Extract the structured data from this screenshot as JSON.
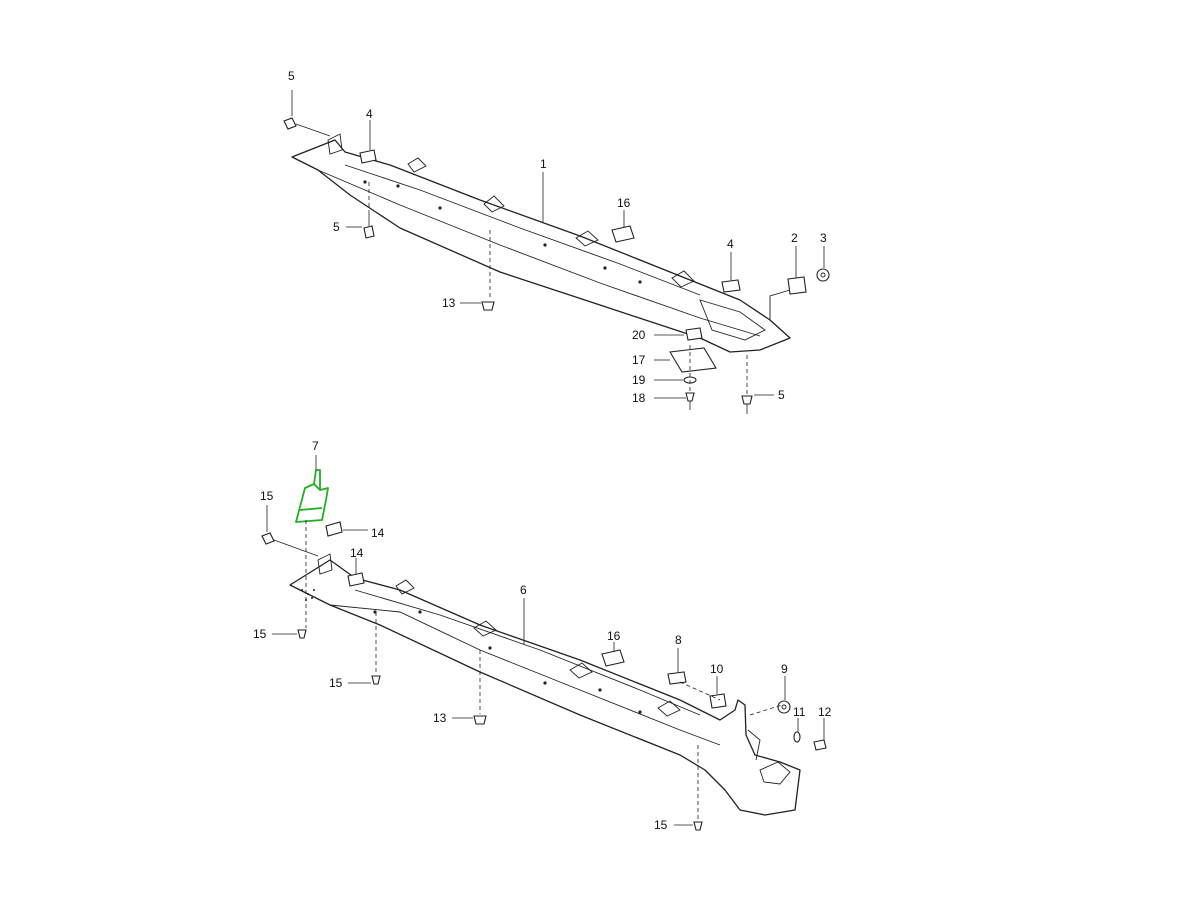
{
  "labels": {
    "upper_1": "1",
    "upper_2": "2",
    "upper_3": "3",
    "upper_4a": "4",
    "upper_4b": "4",
    "upper_5a": "5",
    "upper_5b": "5",
    "upper_5c": "5",
    "upper_13": "13",
    "upper_16": "16",
    "upper_17": "17",
    "upper_18": "18",
    "upper_19": "19",
    "upper_20": "20",
    "lower_6": "6",
    "lower_7": "7",
    "lower_8": "8",
    "lower_9": "9",
    "lower_10": "10",
    "lower_11": "11",
    "lower_12": "12",
    "lower_13": "13",
    "lower_14a": "14",
    "lower_14b": "14",
    "lower_15a": "15",
    "lower_15b": "15",
    "lower_15c": "15",
    "lower_15d": "15",
    "lower_16": "16"
  },
  "highlight": {
    "part": "7",
    "color": "#20b020"
  }
}
